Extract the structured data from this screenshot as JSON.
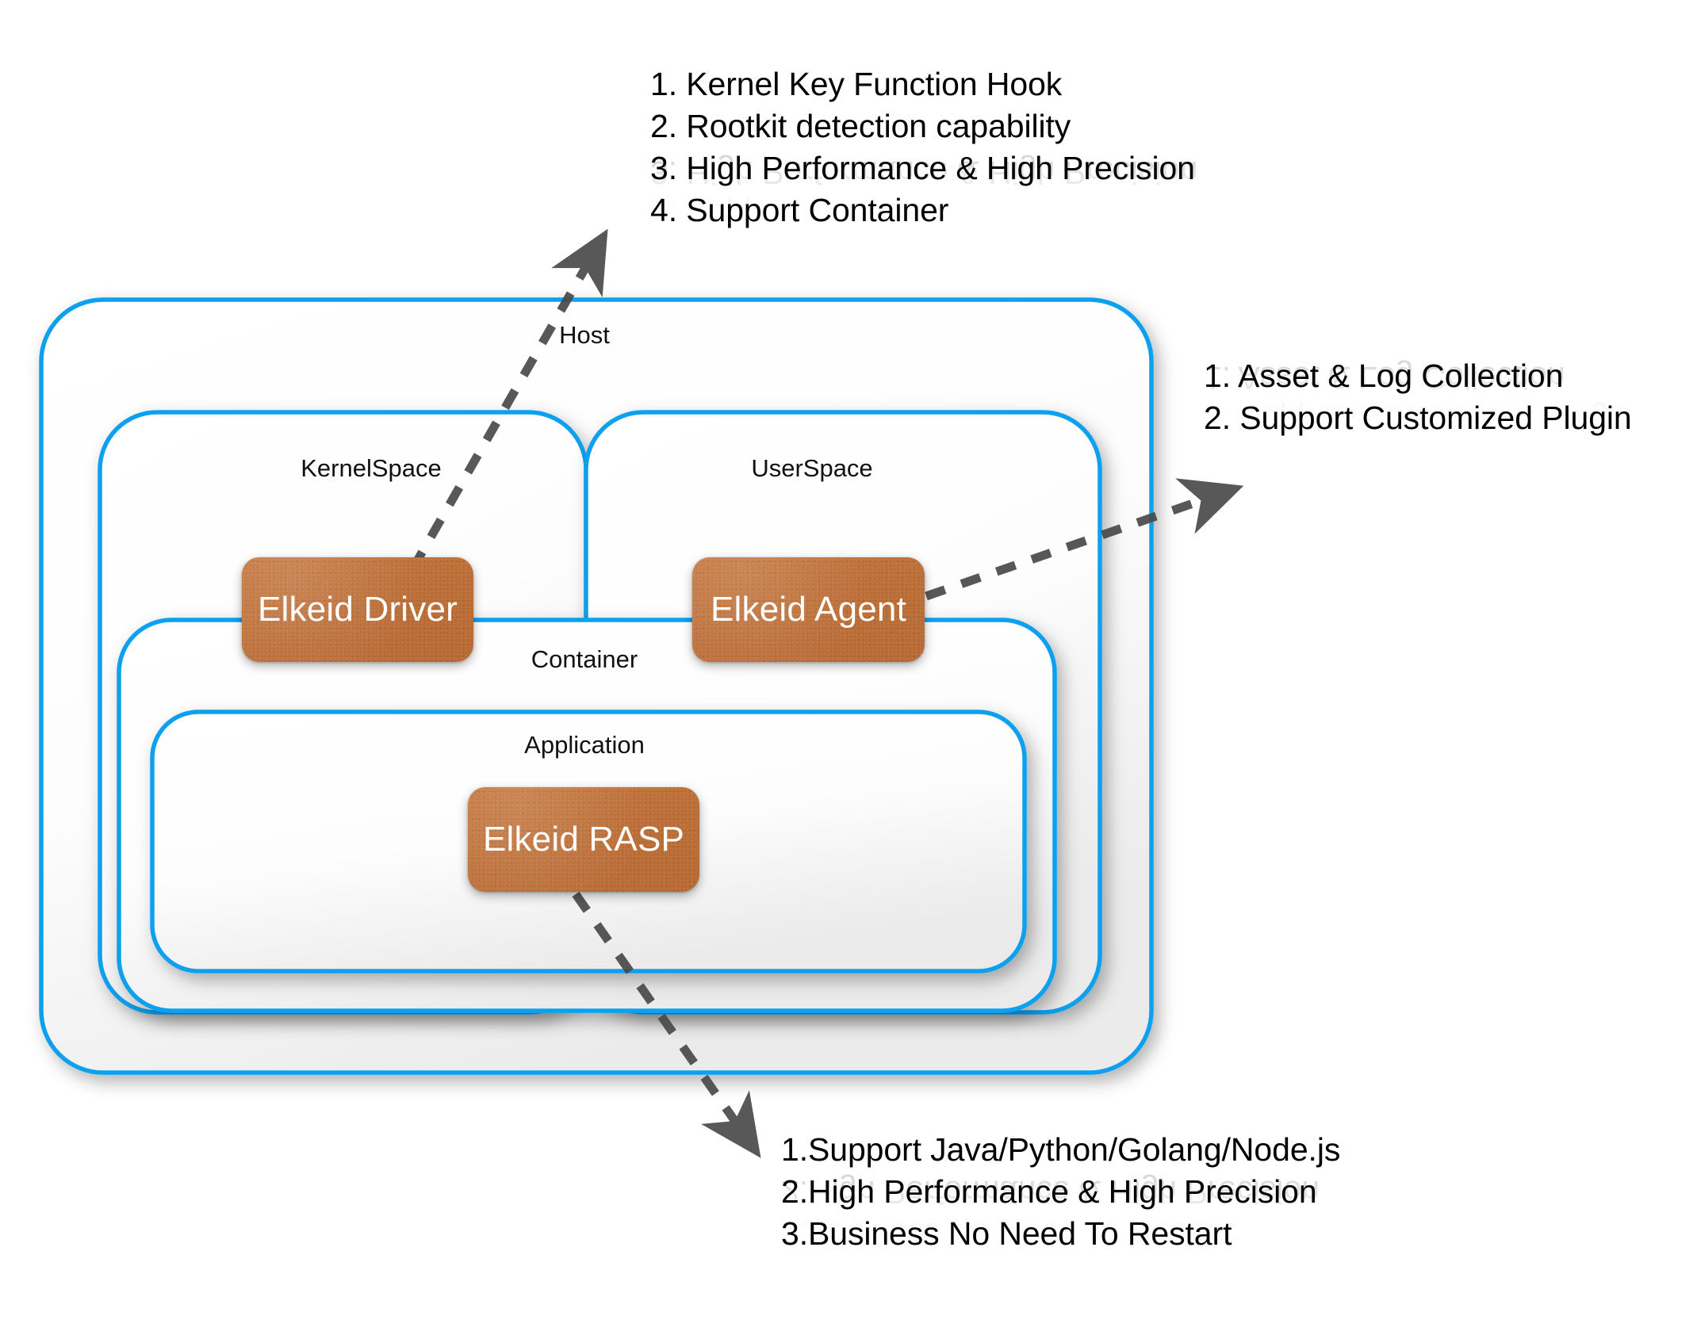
{
  "diagram": {
    "title": "Elkeid Architecture",
    "colors": {
      "boundary_stroke": "#11a0ee",
      "component_fill": "#bd6f38",
      "component_text": "#ffffff",
      "arrow": "#3f3f3f",
      "label_text": "#111111",
      "background": "#ffffff"
    },
    "zones": [
      {
        "id": "host",
        "label": "Host"
      },
      {
        "id": "kernelspace",
        "label": "KernelSpace"
      },
      {
        "id": "userspace",
        "label": "UserSpace"
      },
      {
        "id": "container",
        "label": "Container"
      },
      {
        "id": "application",
        "label": "Application"
      }
    ],
    "components": [
      {
        "id": "driver",
        "label": "Elkeid Driver",
        "zone": "kernelspace"
      },
      {
        "id": "agent",
        "label": "Elkeid Agent",
        "zone": "userspace"
      },
      {
        "id": "rasp",
        "label": "Elkeid RASP",
        "zone": "application"
      }
    ],
    "annotations": [
      {
        "id": "driver-features",
        "source": "driver",
        "position": "top",
        "lines": [
          "1. Kernel Key Function Hook",
          "2. Rootkit detection capability",
          "3. High Performance & High Precision",
          "4. Support Container"
        ]
      },
      {
        "id": "agent-features",
        "source": "agent",
        "position": "right",
        "lines": [
          "1. Asset & Log Collection",
          "2. Support Customized Plugin"
        ]
      },
      {
        "id": "rasp-features",
        "source": "rasp",
        "position": "bottom",
        "lines": [
          "1.Support Java/Python/Golang/Node.js",
          "2.High Performance & High Precision",
          "3.Business No Need To Restart"
        ]
      }
    ]
  }
}
